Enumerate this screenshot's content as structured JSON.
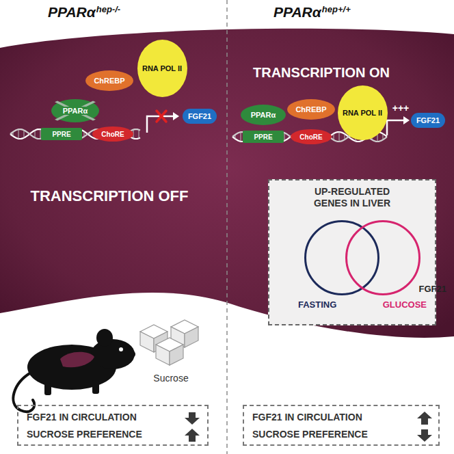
{
  "diagram": {
    "nodes": [
      {
        "text": [
          "PPARα"
        ]
      },
      {
        "text": [
          "ChREBP"
        ]
      },
      {
        "text": [
          "RNA POL II"
        ]
      },
      {
        "text": [
          "PPRE"
        ]
      },
      {
        "text": [
          "ChoRE"
        ]
      },
      {
        "text": [
          "FGF21"
        ]
      },
      {
        "text": [
          "PPARα"
        ]
      },
      {
        "text": [
          "ChREBP"
        ]
      },
      {
        "text": [
          "RNA POL II"
        ]
      },
      {
        "text": [
          "PPRE"
        ]
      },
      {
        "text": [
          "ChoRE"
        ]
      },
      {
        "text": [
          "FGF21"
        ]
      },
      {
        "text": [
          "UP-REGULATED GENES IN LIVER"
        ]
      },
      {
        "text": [
          "FASTING"
        ],
        "in": 12
      },
      {
        "text": [
          "GLUCOSE"
        ],
        "in": 12
      },
      {
        "text": [
          "FGF21 IN CIRCULATION",
          "SUCROSE PREFERENCE"
        ]
      },
      {
        "text": [
          "FGF21 IN CIRCULATION",
          "SUCROSE PREFERENCE"
        ]
      }
    ],
    "labels": [
      "PPARα",
      "hep-/-",
      "PPARα",
      "hep+/+",
      "TRANSCRIPTION OFF",
      "TRANSCRIPTION ON",
      "+++",
      "FGF21",
      "Sucrose"
    ]
  }
}
